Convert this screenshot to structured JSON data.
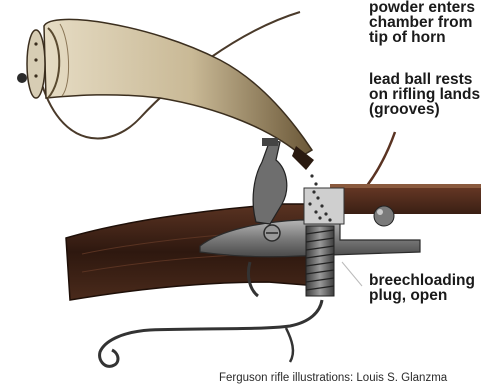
{
  "labels": {
    "powder": [
      "powder enters",
      "chamber from",
      "tip of horn"
    ],
    "ball": [
      "lead ball rests",
      "on rifling lands",
      "(grooves)"
    ],
    "plug": [
      "breechloading",
      "plug, open"
    ]
  },
  "credit": "Ferguson rifle illustrations: Louis S. Glanzma",
  "colors": {
    "stock": "#3a1f14",
    "metal": "#6e6e6e",
    "horn": "#cbbd9c"
  }
}
